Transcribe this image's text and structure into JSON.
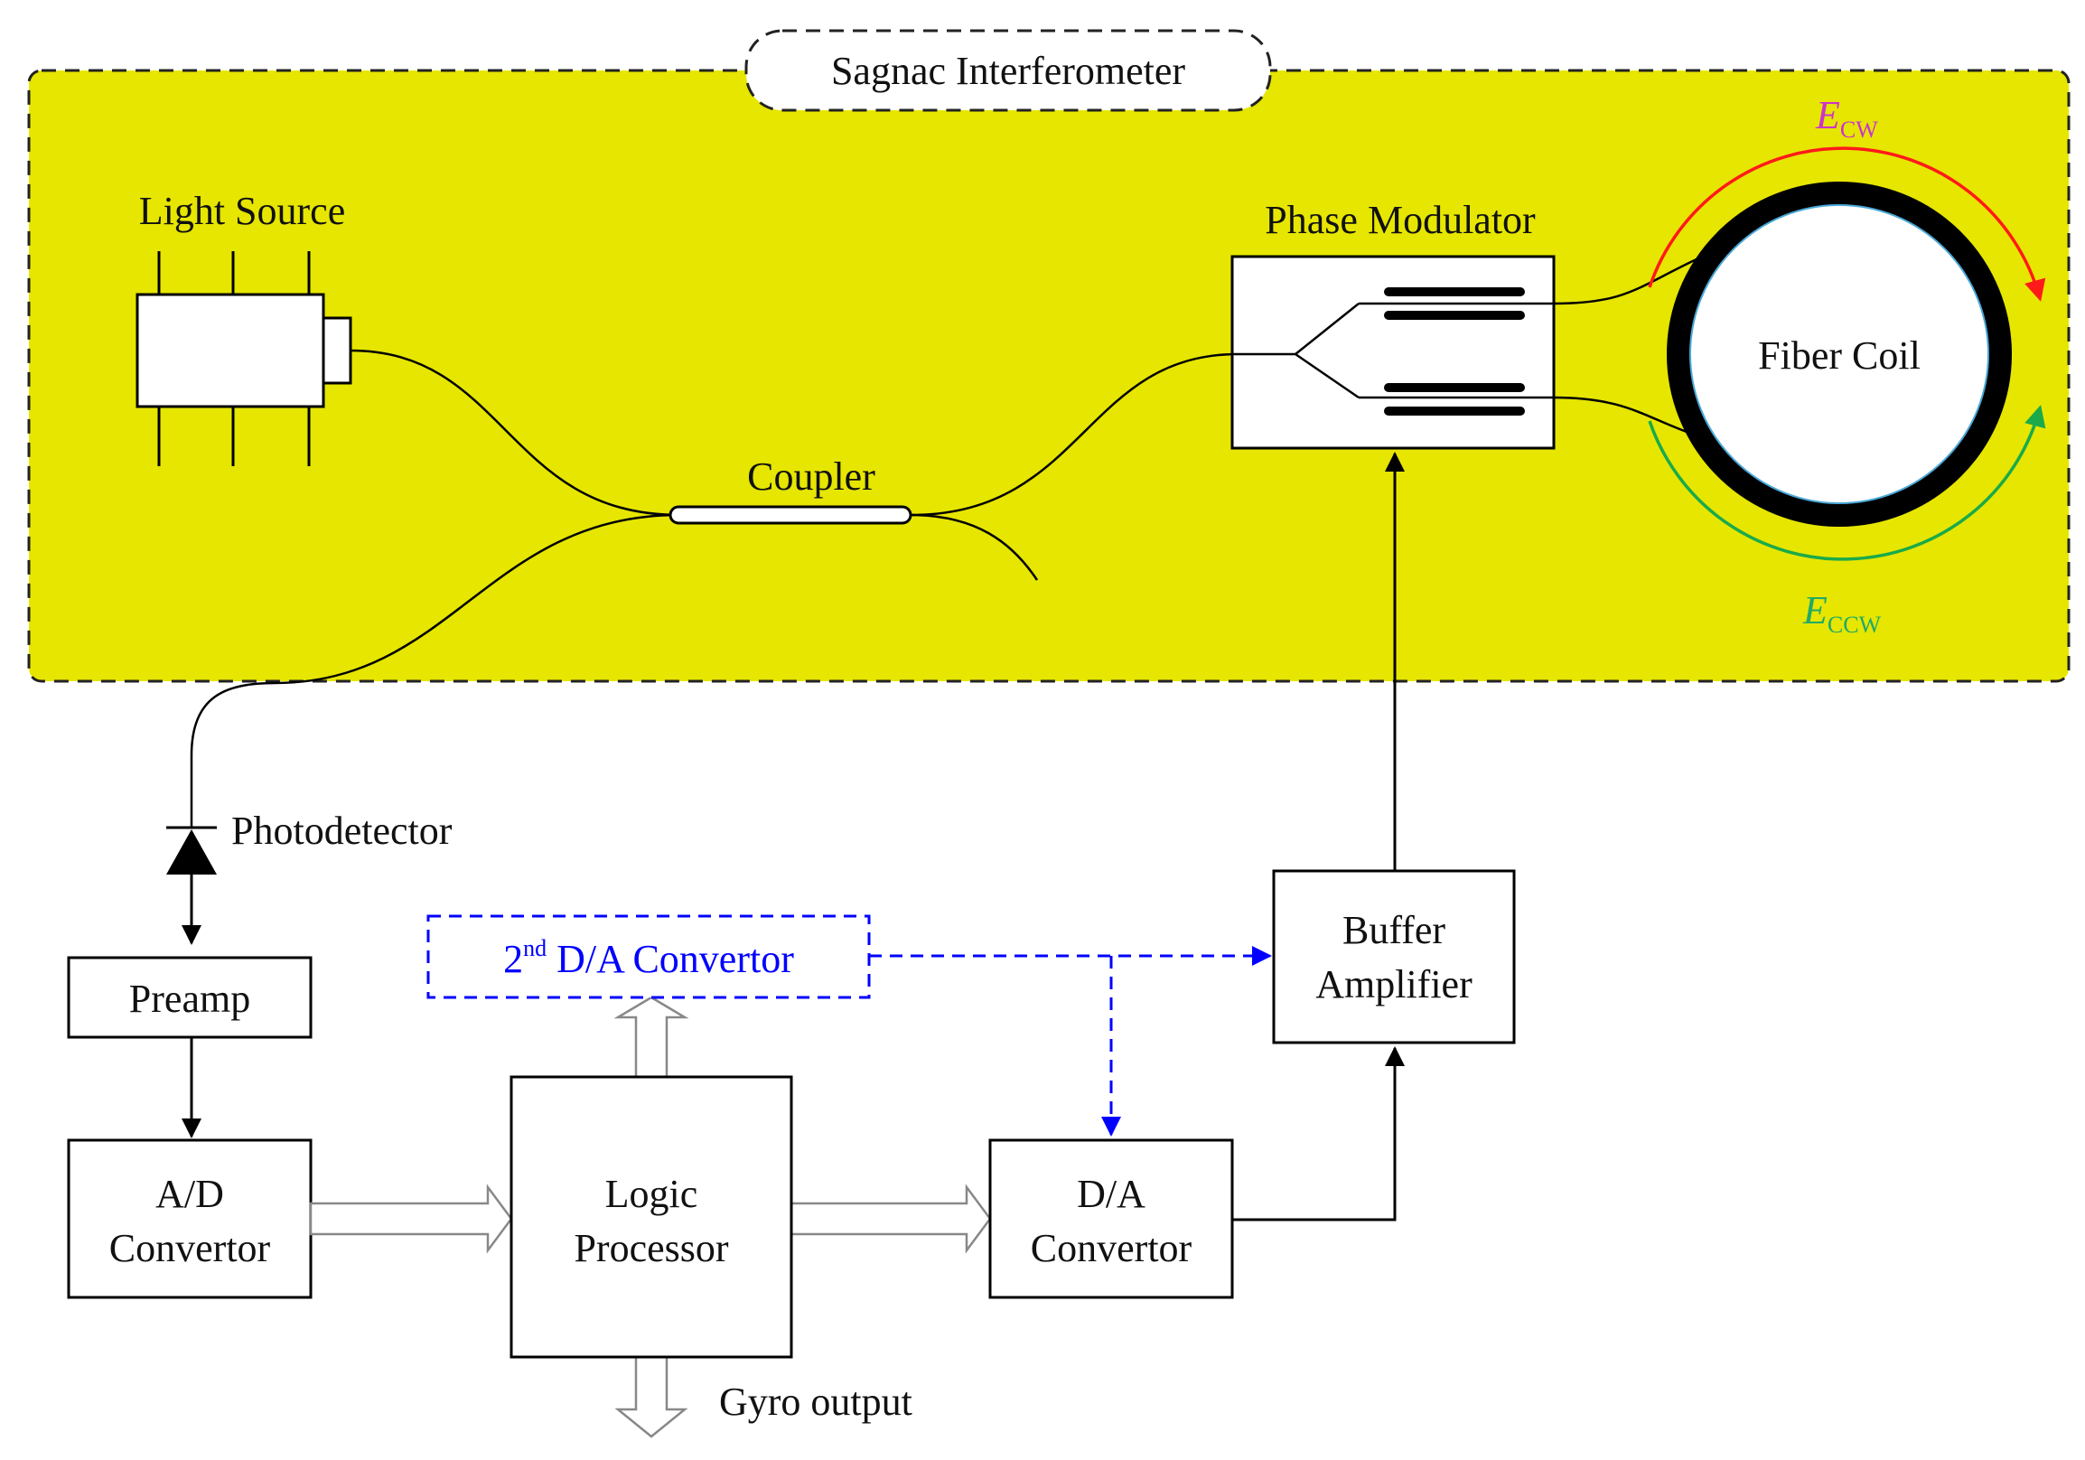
{
  "title": "Sagnac Interferometer",
  "colors": {
    "region_fill": "#e6e600",
    "clockwise_beam": "#ff1a1a",
    "counterclockwise_beam": "#1aaa4a",
    "ecw_label": "#cc33cc",
    "eccw_label": "#22aa66",
    "second_dac": "#0000ff",
    "line": "#000000"
  },
  "blocks": {
    "light_source": "Light Source",
    "phase_modulator": "Phase Modulator",
    "fiber_coil": "Fiber Coil",
    "coupler": "Coupler",
    "photodetector": "Photodetector",
    "preamp": "Preamp",
    "ad_convertor": {
      "line1": "A/D",
      "line2": "Convertor"
    },
    "logic_processor": {
      "line1": "Logic",
      "line2": "Processor"
    },
    "da_convertor": {
      "line1": "D/A",
      "line2": "Convertor"
    },
    "buffer_amplifier": {
      "line1": "Buffer",
      "line2": "Amplifier"
    },
    "second_da_convertor": {
      "number": "2",
      "superscript": "nd",
      "rest": " D/A Convertor"
    },
    "gyro_output": "Gyro output"
  },
  "beams": {
    "clockwise": {
      "symbol": "E",
      "subscript": "CW"
    },
    "counterclockwise": {
      "symbol": "E",
      "subscript": "CCW"
    }
  }
}
